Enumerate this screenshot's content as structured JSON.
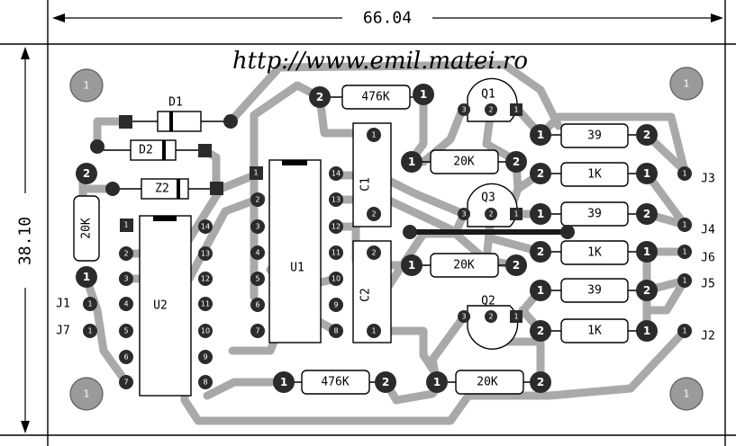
{
  "url": "http://www.emil.matei.ro",
  "dimensions": {
    "width": "66.04",
    "height": "38.10"
  },
  "mounting_holes": [
    "1",
    "1",
    "1",
    "1"
  ],
  "components": {
    "d1": "D1",
    "d2": "D2",
    "z": "Z2",
    "r_20k_v": "20K",
    "r_476k_top": "476K",
    "r_20k_top": "20K",
    "r_20k_mid": "20K",
    "r_476k_bot": "476K",
    "r_20k_bot": "20K",
    "r_39_1": "39",
    "r_1k_1": "1K",
    "r_39_2": "39",
    "r_1k_2": "1K",
    "r_39_3": "39",
    "r_1k_3": "1K",
    "q1": "Q1",
    "q2": "Q2",
    "q3": "Q3",
    "u1": "U1",
    "u2": "U2",
    "c1": "C1",
    "c2": "C2"
  },
  "connectors": {
    "j1": "J1",
    "j2": "J2",
    "j3": "J3",
    "j4": "J4",
    "j5": "J5",
    "j6": "J6",
    "j7": "J7"
  },
  "pin_labels": {
    "one": "1",
    "two": "2",
    "three": "3",
    "u_left": [
      "1",
      "2",
      "3",
      "4",
      "5",
      "6",
      "7"
    ],
    "u_right": [
      "14",
      "13",
      "12",
      "11",
      "10",
      "9",
      "8"
    ]
  }
}
